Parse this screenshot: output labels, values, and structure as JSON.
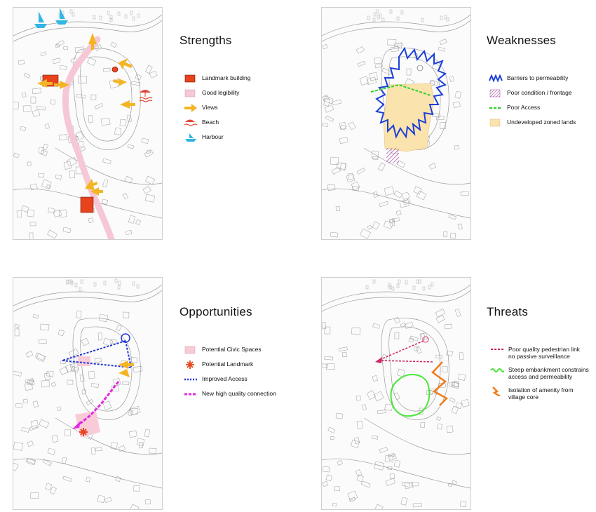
{
  "colors": {
    "landmark": "#e8431c",
    "legibility": "#f6c7d4",
    "views": "#f4b524",
    "beach": "#e0483a",
    "harbour": "#33b5e5",
    "barrier": "#1d3fd8",
    "poor_condition": "#a04aa2",
    "poor_access": "#2fd12a",
    "undeveloped": "#fbe3ae",
    "civic": "#f8cbd6",
    "improved_access": "#1f36d6",
    "new_connection": "#e329e3",
    "pedestrian_link": "#d02667",
    "embankment": "#48e63a",
    "isolation": "#f07c1a"
  },
  "panels": [
    {
      "title": "Strengths",
      "legend": [
        {
          "icon": "landmark-building-icon",
          "label": "Landmark building"
        },
        {
          "icon": "legibility-swatch-icon",
          "label": "Good legibility"
        },
        {
          "icon": "views-arrow-icon",
          "label": "Views"
        },
        {
          "icon": "beach-icon",
          "label": "Beach"
        },
        {
          "icon": "harbour-icon",
          "label": "Harbour"
        }
      ]
    },
    {
      "title": "Weaknesses",
      "legend": [
        {
          "icon": "zigzag-barrier-icon",
          "label": "Barriers to permeability"
        },
        {
          "icon": "hatched-swatch-icon",
          "label": "Poor condition / frontage"
        },
        {
          "icon": "dashed-green-line-icon",
          "label": "Poor Access"
        },
        {
          "icon": "undeveloped-swatch-icon",
          "label": "Undeveloped zoned lands"
        }
      ]
    },
    {
      "title": "Opportunities",
      "legend": [
        {
          "icon": "civic-space-swatch-icon",
          "label": "Potential Civic Spaces"
        },
        {
          "icon": "asterisk-landmark-icon",
          "label": "Potential Landmark"
        },
        {
          "icon": "dotted-blue-line-icon",
          "label": "Improved Access"
        },
        {
          "icon": "dashed-magenta-line-icon",
          "label": "New high quality connection"
        }
      ]
    },
    {
      "title": "Threats",
      "legend": [
        {
          "icon": "dashed-crimson-line-icon",
          "label": "Poor quality pedestrian link\nno passive surveillance"
        },
        {
          "icon": "wavy-green-line-icon",
          "label": "Steep embankment constrains\naccess and permeability"
        },
        {
          "icon": "orange-zigzag-icon",
          "label": "Isolation of amenity from\nvillage core"
        }
      ]
    }
  ]
}
